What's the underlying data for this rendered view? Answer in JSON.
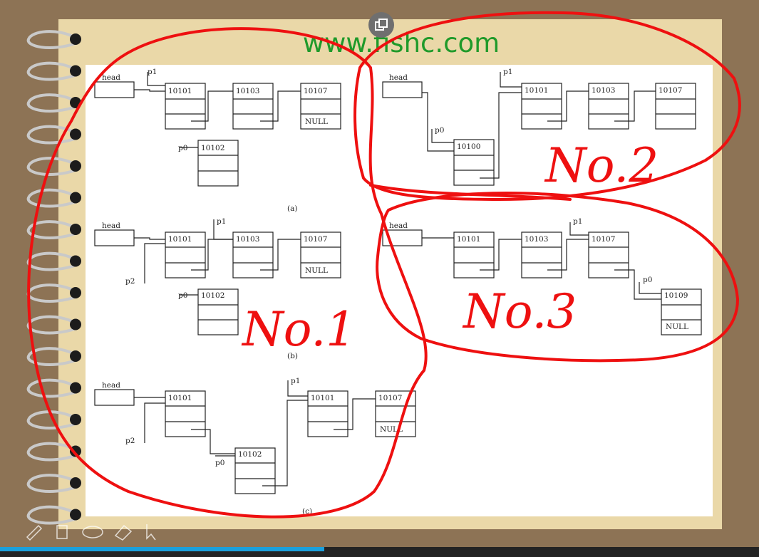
{
  "slide": {
    "site": "www.fishc.com",
    "annotations": [
      "No.1",
      "No.2",
      "No.3"
    ]
  },
  "labels": {
    "head": "head",
    "p0": "p0",
    "p1": "p1",
    "p2": "p2",
    "null": "NULL",
    "a": "(a)",
    "b": "(b)",
    "c": "(c)"
  },
  "nodes": {
    "n10100": "10100",
    "n10101": "10101",
    "n10102": "10102",
    "n10103": "10103",
    "n10107": "10107",
    "n10109": "10109"
  },
  "icons": [
    "external-window-icon",
    "pen-icon",
    "highlighter-icon",
    "eraser-icon",
    "shape-icon",
    "pointer-icon"
  ],
  "colors": {
    "annotation": "#ee1010",
    "site": "#1f9a2a",
    "progress": "#1aa0dc"
  }
}
